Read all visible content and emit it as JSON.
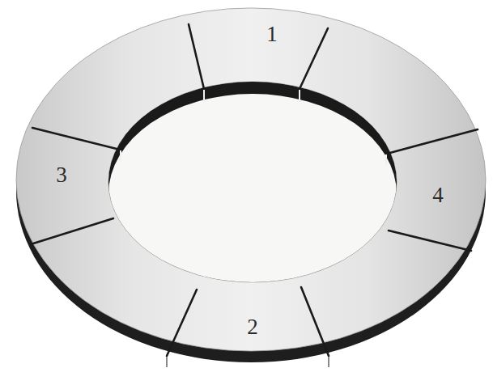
{
  "diagram": {
    "labels": [
      "1",
      "3",
      "4",
      "2"
    ]
  }
}
